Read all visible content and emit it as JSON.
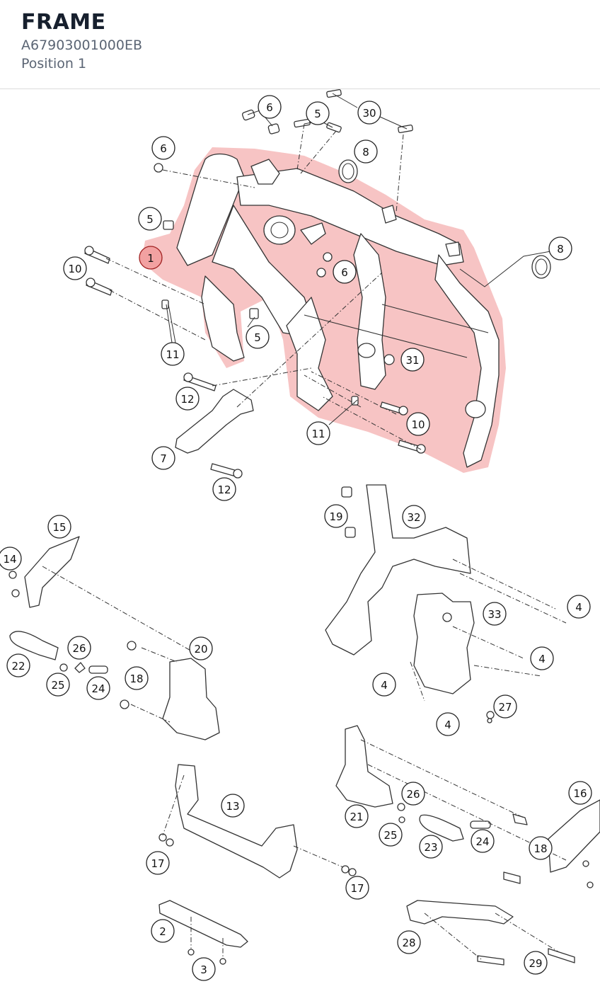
{
  "header": {
    "title": "FRAME",
    "part_number": "A67903001000EB",
    "position": "Position 1"
  },
  "highlighted_part": "1",
  "colors": {
    "highlight": "#f08a8a",
    "title": "#17202e",
    "subtitle": "#5b6574"
  },
  "callouts": [
    "6",
    "5",
    "30",
    "6",
    "8",
    "5",
    "1",
    "10",
    "6",
    "8",
    "5",
    "11",
    "31",
    "12",
    "10",
    "11",
    "7",
    "12",
    "19",
    "32",
    "15",
    "14",
    "4",
    "33",
    "4",
    "4",
    "26",
    "20",
    "22",
    "25",
    "24",
    "18",
    "27",
    "4",
    "26",
    "16",
    "21",
    "25",
    "23",
    "24",
    "18",
    "13",
    "17",
    "17",
    "2",
    "3",
    "28",
    "29"
  ]
}
